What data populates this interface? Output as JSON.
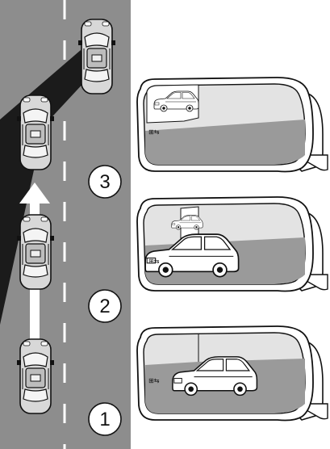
{
  "steps": [
    {
      "number": "1"
    },
    {
      "number": "2"
    },
    {
      "number": "3"
    }
  ],
  "mirror_icon_text": "⊞⇆",
  "colors": {
    "road": "#8d8d8d",
    "blind_zone": "#1b1b1b",
    "car_body": "#d6d6d6",
    "mirror_glass": "#e3e3e3",
    "mirror_road": "#9a9a9a",
    "arrow": "#ffffff"
  }
}
